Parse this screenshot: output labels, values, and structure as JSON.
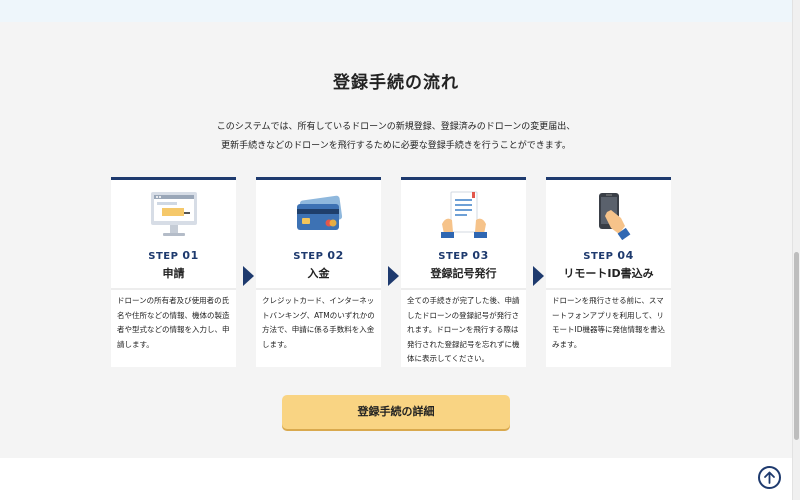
{
  "section": {
    "title": "登録手続の流れ",
    "intro_line1": "このシステムでは、所有しているドローンの新規登録、登録済みのドローンの変更届出、",
    "intro_line2": "更新手続きなどのドローンを飛行するために必要な登録手続きを行うことができます。"
  },
  "steps": [
    {
      "step_label": "STEP",
      "step_num": "01",
      "name": "申請",
      "icon": "monitor-icon",
      "desc": "ドローンの所有者及び使用者の氏名や住所などの情報、機体の製造者や型式などの情報を入力し、申請します。"
    },
    {
      "step_label": "STEP",
      "step_num": "02",
      "name": "入金",
      "icon": "credit-card-icon",
      "desc": "クレジットカード、インターネットバンキング、ATMのいずれかの方法で、申請に係る手数料を入金します。"
    },
    {
      "step_label": "STEP",
      "step_num": "03",
      "name": "登録記号発行",
      "icon": "document-icon",
      "desc": "全ての手続きが完了した後、申請したドローンの登録記号が発行されます。ドローンを飛行する際は発行された登録記号を忘れずに機体に表示してください。"
    },
    {
      "step_label": "STEP",
      "step_num": "04",
      "name": "リモートID書込み",
      "icon": "smartphone-icon",
      "desc": "ドローンを飛行させる前に、スマートフォンアプリを利用して、リモートID機器等に発信情報を書込みます。"
    }
  ],
  "detail_button": {
    "label": "登録手続の詳細"
  },
  "colors": {
    "navy": "#1e3a6e",
    "button": "#f9d483",
    "background": "#f4f4f4"
  }
}
